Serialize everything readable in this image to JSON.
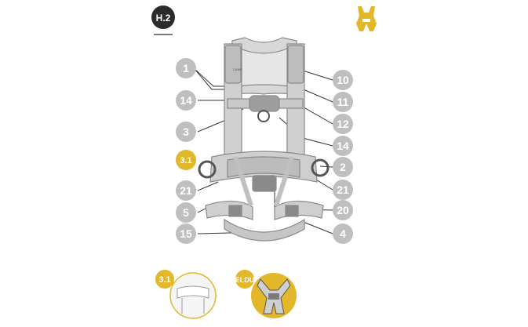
{
  "badge": {
    "label": "H.2"
  },
  "colors": {
    "dark": "#2b2b2b",
    "callout_gray": "#bfbfbf",
    "accent_yellow": "#e2b72a",
    "harness_fill": "#d8d8d8",
    "harness_stroke": "#8a8a8a",
    "line": "#333333"
  },
  "callouts": {
    "c1": "1",
    "c14_left": "14",
    "c3": "3",
    "c3_1": "3.1",
    "c21_left": "21",
    "c5": "5",
    "c15": "15",
    "c10": "10",
    "c11": "11",
    "c12": "12",
    "c14_right": "14",
    "c2": "2",
    "c21_right": "21",
    "c20": "20",
    "c4": "4"
  },
  "variants": {
    "left": {
      "label": "3.1"
    },
    "right": {
      "label": "ELDU"
    }
  },
  "harness_brand": "CAMP"
}
